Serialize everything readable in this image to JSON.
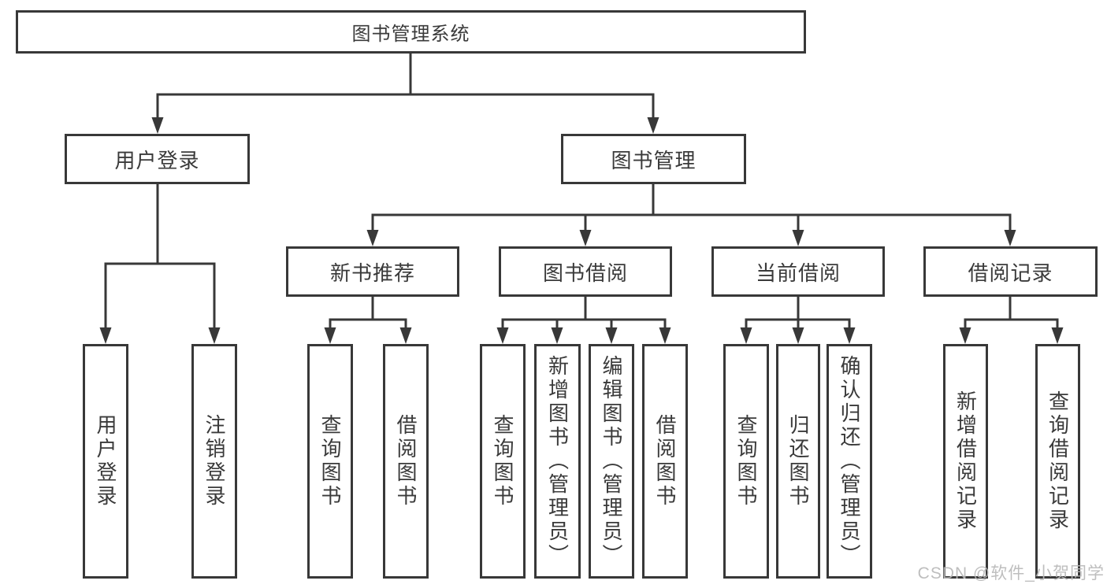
{
  "diagram": {
    "root": "图书管理系统",
    "level2": {
      "user_login": "用户登录",
      "book_mgmt": "图书管理"
    },
    "level3": {
      "new_books": "新书推荐",
      "book_borrow": "图书借阅",
      "current_borrow": "当前借阅",
      "borrow_records": "借阅记录"
    },
    "level4": {
      "user_login": [
        "用户登录",
        "注销登录"
      ],
      "new_books": [
        "查询图书",
        "借阅图书"
      ],
      "book_borrow": [
        "查询图书",
        "新增图书（管理员）",
        "编辑图书（管理员）",
        "借阅图书"
      ],
      "current_borrow": [
        "查询图书",
        "归还图书",
        "确认归还（管理员）"
      ],
      "borrow_records": [
        "新增借阅记录",
        "查询借阅记录"
      ]
    }
  },
  "watermark": "CSDN @软件_小贺同学",
  "colors": {
    "line": "#383838",
    "text": "#3a3a3a",
    "background": "#ffffff",
    "watermark": "#b9b9b9"
  }
}
